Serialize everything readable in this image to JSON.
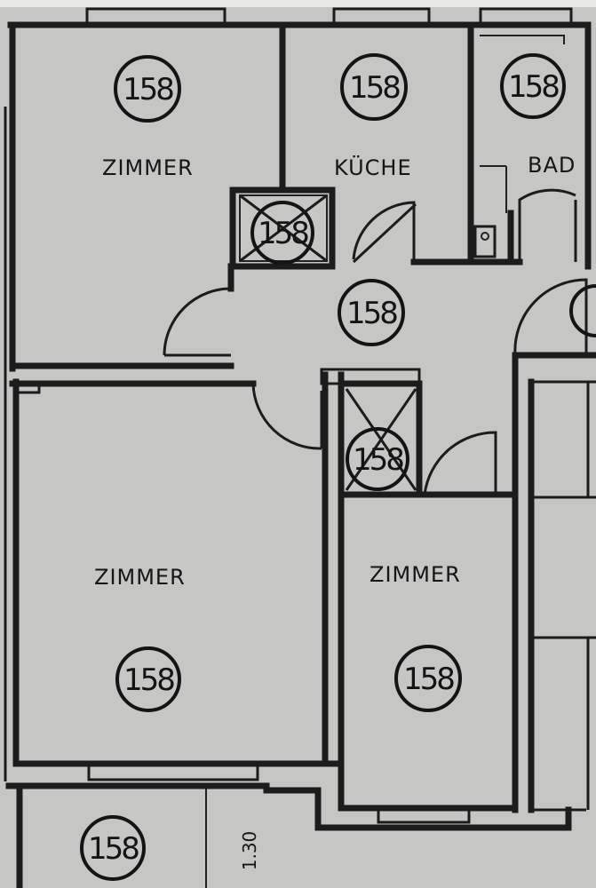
{
  "rooms": {
    "zimmer_top_left": {
      "label": "ZIMMER",
      "code": "158"
    },
    "kueche": {
      "label": "KÜCHE",
      "code": "158"
    },
    "bad": {
      "label": "BAD",
      "code": "158"
    },
    "hall": {
      "code": "158"
    },
    "zimmer_bottom_left": {
      "label": "ZIMMER",
      "code": "158"
    },
    "zimmer_bottom_mid": {
      "label": "ZIMMER",
      "code": "158"
    },
    "balcony": {
      "code": "158"
    },
    "shaft_top": {
      "code": "158"
    },
    "shaft_mid": {
      "code": "158"
    }
  },
  "dimension_label": "1.30"
}
